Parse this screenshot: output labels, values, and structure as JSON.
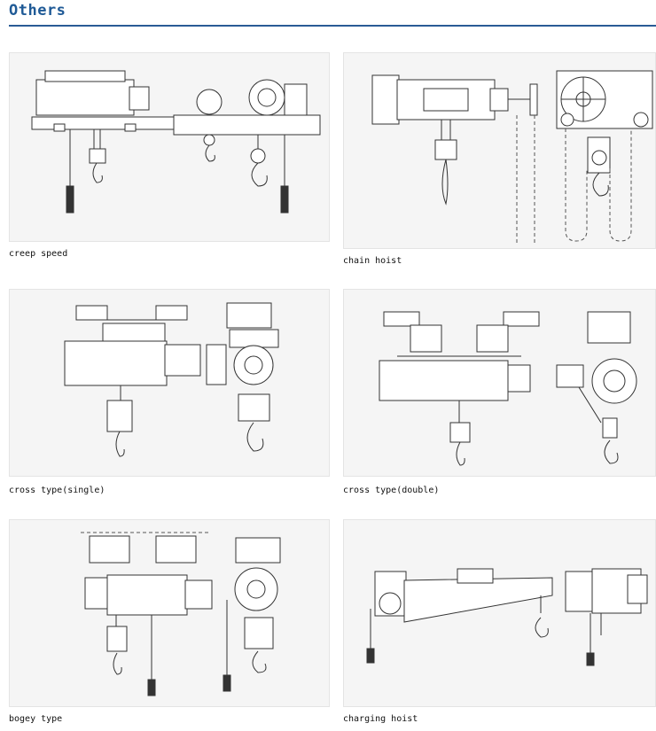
{
  "header": {
    "title": "Others"
  },
  "items": [
    {
      "caption": "creep speed"
    },
    {
      "caption": "chain hoist"
    },
    {
      "caption": "cross type(single)"
    },
    {
      "caption": "cross type(double)"
    },
    {
      "caption": "bogey type"
    },
    {
      "caption": "charging hoist"
    }
  ]
}
